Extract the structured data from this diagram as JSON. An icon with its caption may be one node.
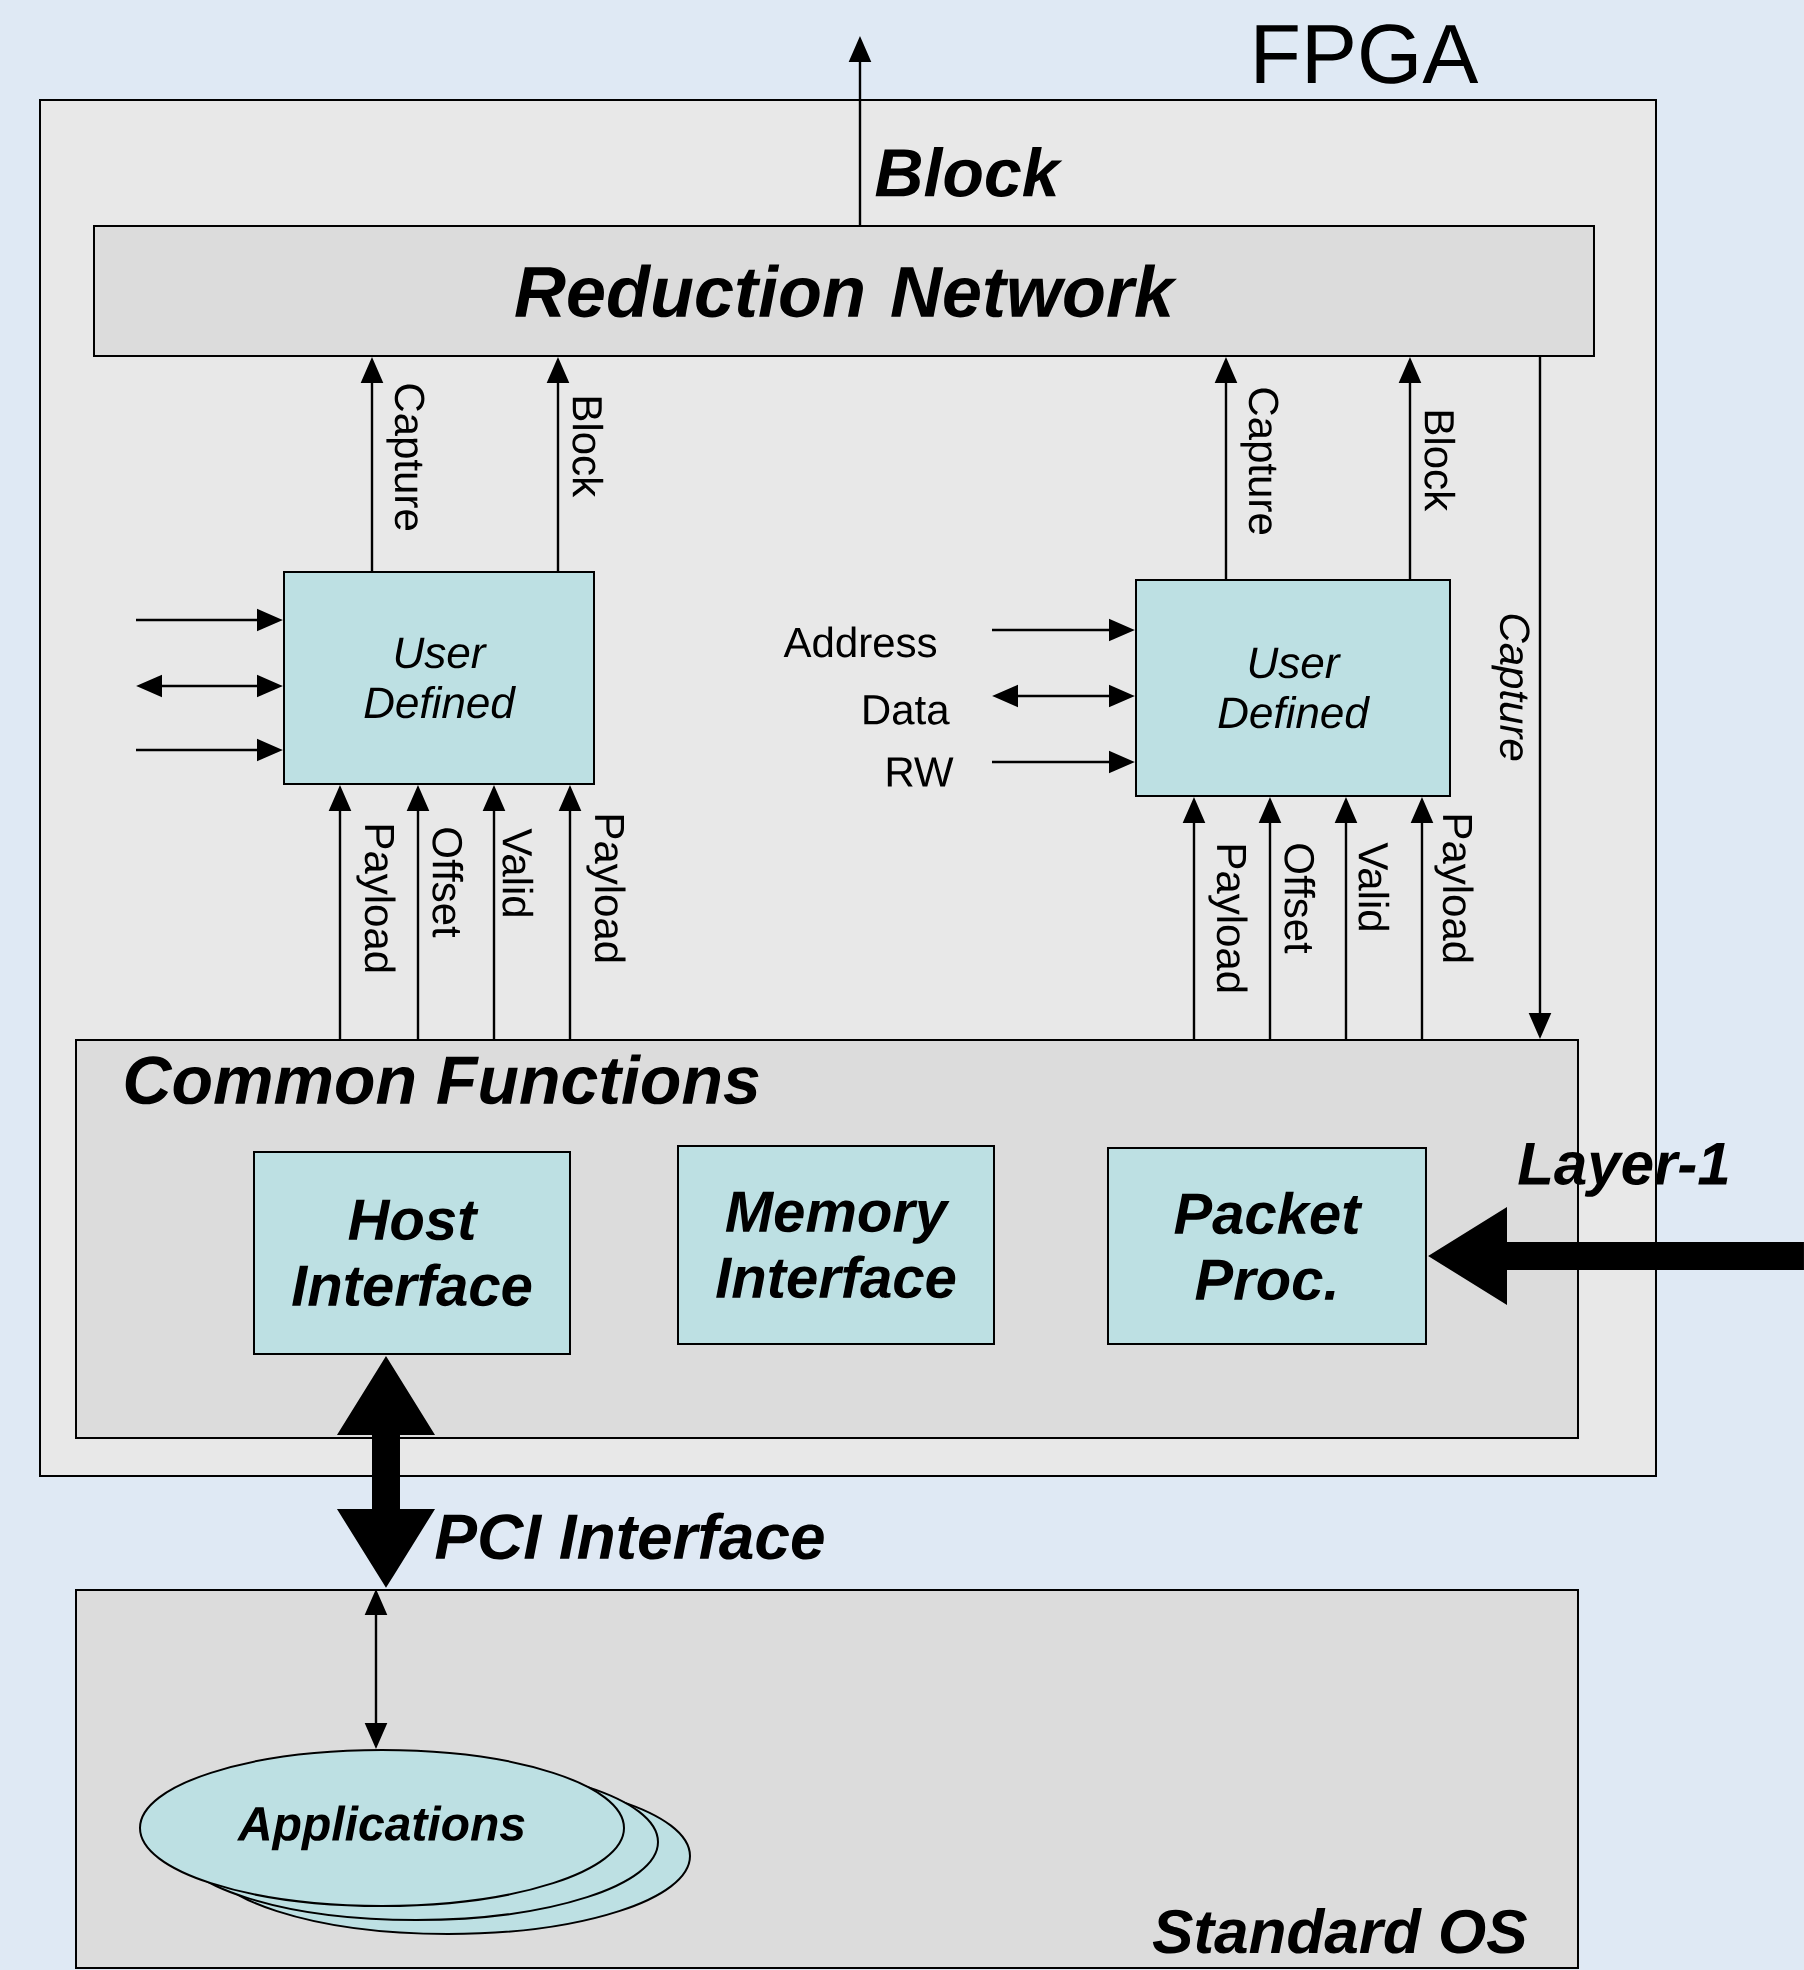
{
  "diagram": {
    "nodes": [
      {
        "text": [
          "FPGA"
        ]
      },
      {
        "text": [
          "Reduction Network"
        ],
        "in": 0
      },
      {
        "text": [
          "User Defined"
        ],
        "in": 0
      },
      {
        "text": [
          "User Defined"
        ],
        "in": 0
      },
      {
        "text": [
          "Common Functions"
        ],
        "in": 0
      },
      {
        "text": [
          "Host Interface"
        ],
        "in": 4
      },
      {
        "text": [
          "Memory Interface"
        ],
        "in": 4
      },
      {
        "text": [
          "Packet Proc."
        ],
        "in": 4
      },
      {
        "text": [
          "Standard OS"
        ]
      },
      {
        "text": [
          "Applications"
        ],
        "in": 8
      }
    ],
    "edges": [
      {
        "from": 1,
        "to": null,
        "arrow": "to",
        "label": "Block"
      },
      {
        "from": 2,
        "to": 1,
        "arrow": "to",
        "label": "Capture"
      },
      {
        "from": 2,
        "to": 1,
        "arrow": "to",
        "label": "Block"
      },
      {
        "from": null,
        "to": 2,
        "arrow": "to"
      },
      {
        "from": null,
        "to": 2,
        "arrow": "both"
      },
      {
        "from": null,
        "to": 2,
        "arrow": "to"
      },
      {
        "from": 4,
        "to": 2,
        "arrow": "to",
        "label": "Payload"
      },
      {
        "from": 4,
        "to": 2,
        "arrow": "to",
        "label": "Offset"
      },
      {
        "from": 4,
        "to": 2,
        "arrow": "to",
        "label": "Valid"
      },
      {
        "from": 4,
        "to": 2,
        "arrow": "to",
        "label": "Payload"
      },
      {
        "from": 3,
        "to": 1,
        "arrow": "to",
        "label": "Capture"
      },
      {
        "from": 3,
        "to": 1,
        "arrow": "to",
        "label": "Block"
      },
      {
        "from": null,
        "to": 3,
        "arrow": "to",
        "label": "Address"
      },
      {
        "from": null,
        "to": 3,
        "arrow": "both",
        "label": "Data"
      },
      {
        "from": null,
        "to": 3,
        "arrow": "to",
        "label": "RW"
      },
      {
        "from": 4,
        "to": 3,
        "arrow": "to",
        "label": "Payload"
      },
      {
        "from": 4,
        "to": 3,
        "arrow": "to",
        "label": "Offset"
      },
      {
        "from": 4,
        "to": 3,
        "arrow": "to",
        "label": "Valid"
      },
      {
        "from": 4,
        "to": 3,
        "arrow": "to",
        "label": "Payload"
      },
      {
        "from": 1,
        "to": 4,
        "arrow": "to",
        "label": "Capture"
      },
      {
        "from": null,
        "to": 7,
        "arrow": "to",
        "label": "Layer-1",
        "style": "thick"
      },
      {
        "from": 5,
        "to": 8,
        "arrow": "both",
        "label": "PCI Interface",
        "style": "thick"
      },
      {
        "from": 8,
        "to": 9,
        "arrow": "both"
      }
    ]
  }
}
